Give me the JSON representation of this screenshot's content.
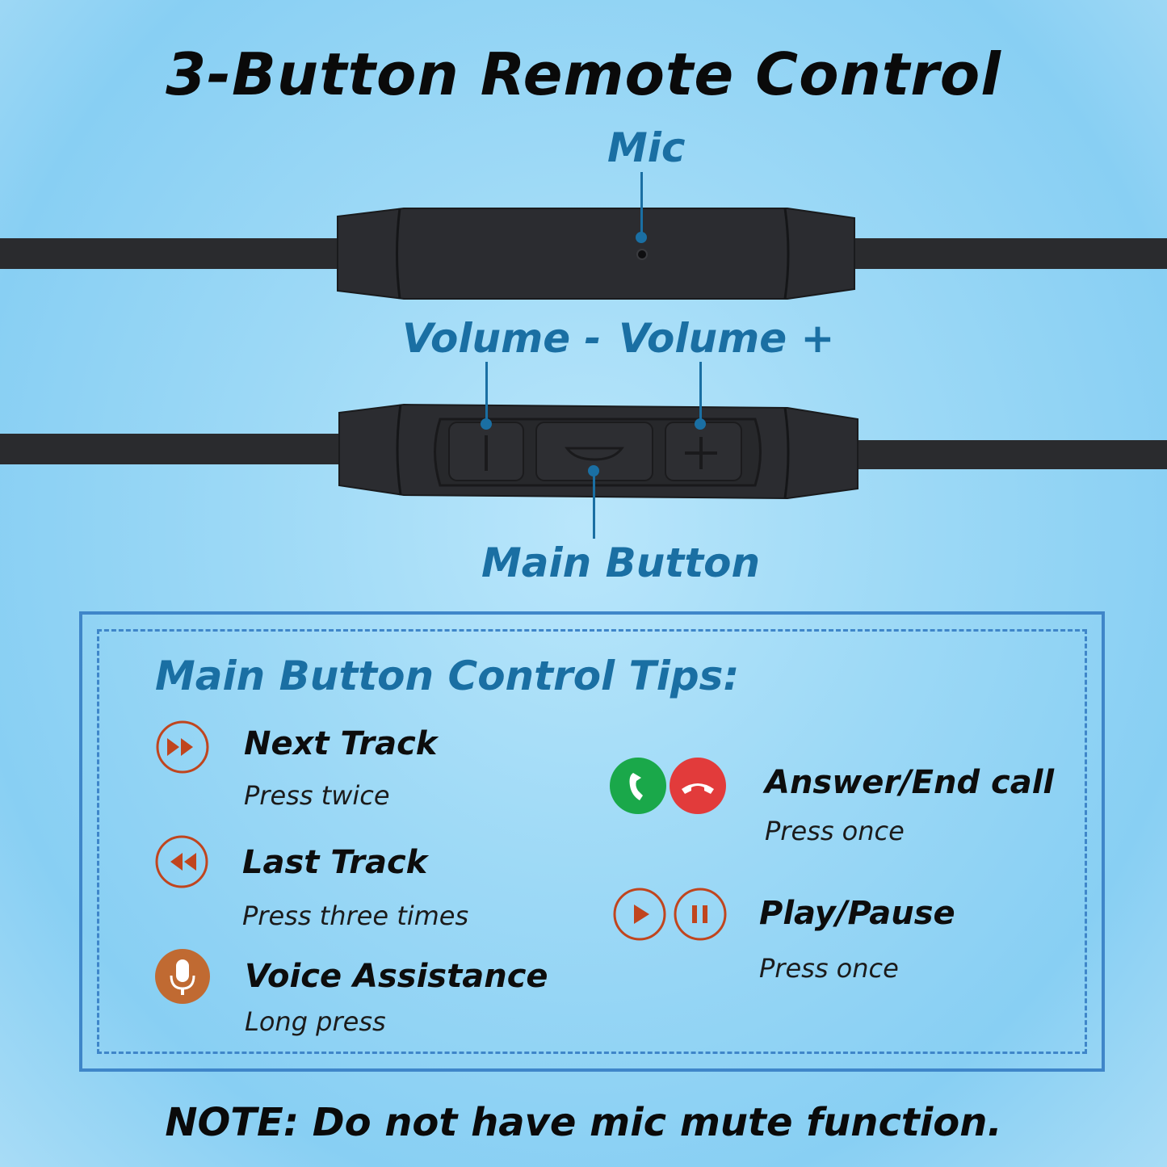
{
  "title": "3-Button Remote Control",
  "callouts": {
    "mic": "Mic",
    "volume_down": "Volume -",
    "volume_up": "Volume +",
    "main_button": "Main Button"
  },
  "tips": {
    "heading": "Main Button Control Tips:",
    "items": [
      {
        "icon": "fast-forward-icon",
        "title": "Next Track",
        "desc": "Press twice"
      },
      {
        "icon": "rewind-icon",
        "title": "Last Track",
        "desc": "Press three times"
      },
      {
        "icon": "microphone-icon",
        "title": "Voice Assistance",
        "desc": "Long press"
      },
      {
        "icon": "phone-answer-end-icon",
        "title": "Answer/End call",
        "desc": "Press once"
      },
      {
        "icon": "play-pause-icon",
        "title": "Play/Pause",
        "desc": "Press once"
      }
    ]
  },
  "note": "NOTE: Do not have mic mute function.",
  "colors": {
    "callout": "#1a6fa3",
    "frame": "#3f86c9",
    "icon_orange": "#c0451e",
    "answer_green": "#1aa84a",
    "end_red": "#e23b3b"
  }
}
